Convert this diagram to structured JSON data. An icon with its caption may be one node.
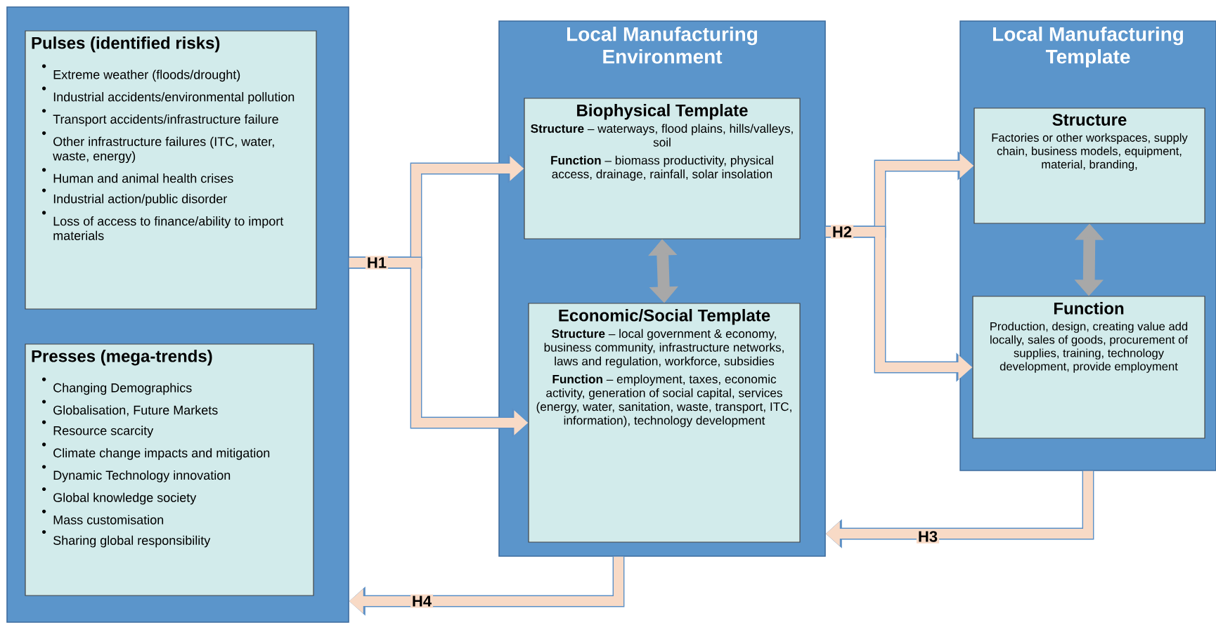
{
  "diagram": {
    "nodes": [
      {
        "text": [],
        "shape": "box"
      },
      {
        "text": [
          "Pulses (identified risks)",
          "Extreme weather (floods/drought)",
          "Industrial accidents/environmental pollution",
          "Transport accidents/infrastructure failure",
          "Other infrastructure failures (ITC, water, waste, energy)",
          "Human and animal health crises",
          "Industrial action/public disorder",
          "Loss of access to finance/ability to import materials"
        ],
        "in": 0
      },
      {
        "text": [
          "Presses (mega-trends)",
          "Changing Demographics",
          "Globalisation, Future Markets",
          "Resource scarcity",
          "Climate change impacts and mitigation",
          "Dynamic Technology innovation",
          "Global knowledge society",
          "Mass customisation",
          "Sharing global responsibility"
        ],
        "in": 0
      },
      {
        "text": [
          "Local Manufacturing Environment"
        ]
      },
      {
        "text": [
          "Biophysical Template",
          "**Structure** – waterways, flood plains, hills/valleys, soil",
          "**Function** – biomass productivity, physical access, drainage, rainfall, solar insolation"
        ],
        "in": 3
      },
      {
        "text": [
          "Economic/Social Template",
          "**Structure** – local government & economy, business community, infrastructure networks, laws and regulation, workforce, subsidies",
          "**Function** – employment, taxes, economic activity, generation of social capital, services (energy, water, sanitation, waste, transport, ITC, information), technology development"
        ],
        "in": 3
      },
      {
        "text": [
          "Local Manufacturing Template"
        ]
      },
      {
        "text": [
          "Structure",
          "Factories or other workspaces, supply chain, business models, equipment, material, branding,"
        ],
        "in": 6
      },
      {
        "text": [
          "Function",
          "Production, design, creating value add locally, sales of goods, procurement of supplies, training, technology development, provide employment"
        ],
        "in": 6
      }
    ],
    "edges": [
      {
        "from": 0,
        "to": 4,
        "arrow": "to",
        "label": "H1"
      },
      {
        "from": 0,
        "to": 5,
        "arrow": "to"
      },
      {
        "from": 4,
        "to": 5,
        "arrow": "both",
        "color": "#a8a8a8"
      },
      {
        "from": 3,
        "to": 7,
        "arrow": "to",
        "label": "H2"
      },
      {
        "from": 3,
        "to": 8,
        "arrow": "to"
      },
      {
        "from": 7,
        "to": 8,
        "arrow": "both",
        "color": "#a8a8a8"
      },
      {
        "from": 6,
        "to": 3,
        "arrow": "to",
        "label": "H3"
      },
      {
        "from": 3,
        "to": 0,
        "arrow": "to",
        "label": "H4"
      }
    ]
  }
}
